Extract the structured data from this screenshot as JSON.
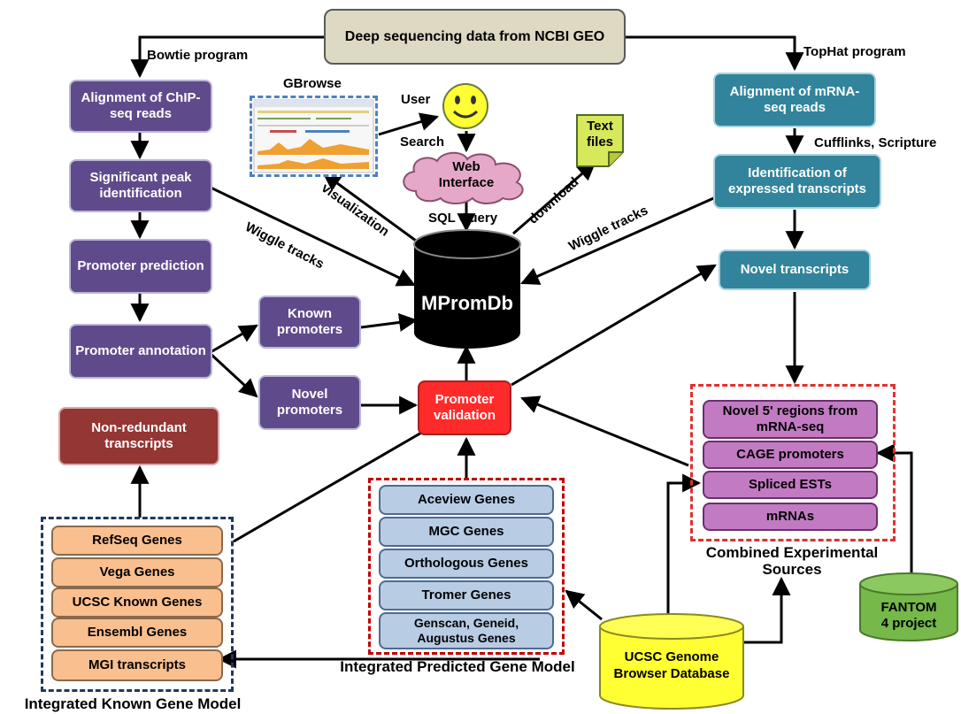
{
  "top_source": "Deep sequencing data from NCBI GEO",
  "edges": {
    "bowtie": "Bowtie program",
    "tophat": "TopHat program",
    "cufflinks": "Cufflinks, Scripture",
    "wiggle_left": "Wiggle tracks",
    "wiggle_right": "Wiggle tracks",
    "visualization": "visualization",
    "download": "download",
    "user": "User",
    "search": "Search",
    "sql_query": "SQL  Query"
  },
  "left_pipeline": {
    "alignment": "Alignment of ChIP-seq reads",
    "peak": "Significant peak identification",
    "prediction": "Promoter prediction",
    "annotation": "Promoter annotation",
    "nonredundant": "Non-redundant transcripts"
  },
  "right_pipeline": {
    "alignment": "Alignment of mRNA-seq reads",
    "expressed": "Identification of expressed transcripts",
    "novel": "Novel transcripts"
  },
  "center": {
    "gbrowse": "GBrowse",
    "web_interface": "Web Interface",
    "text_files": "Text files",
    "db": "MPromDb",
    "known_promoters": "Known promoters",
    "novel_promoters": "Novel promoters",
    "validation": "Promoter validation"
  },
  "known_gene_model": {
    "title": "Integrated Known Gene Model",
    "items": [
      "RefSeq Genes",
      "Vega Genes",
      "UCSC Known Genes",
      "Ensembl Genes",
      "MGI transcripts"
    ]
  },
  "predicted_gene_model": {
    "title": "Integrated Predicted Gene Model",
    "items": [
      "Aceview Genes",
      "MGC Genes",
      "Orthologous Genes",
      "Tromer Genes",
      "Genscan, Geneid, Augustus Genes"
    ]
  },
  "experimental": {
    "title": "Combined Experimental Sources",
    "items": [
      "Novel 5' regions from mRNA-seq",
      "CAGE promoters",
      "Spliced ESTs",
      "mRNAs"
    ]
  },
  "ucsc": "UCSC Genome Browser Database",
  "fantom": "FANTOM 4 project",
  "colors": {
    "purple": "#5f4b8b",
    "teal": "#31849b",
    "red": "#ff2a2a",
    "maroon": "#943634",
    "orange": "#fabf8f",
    "light_blue": "#b8cce4",
    "pink": "#c27bc3",
    "yellow": "#ffff33",
    "green": "#76b84a",
    "cloud": "#e6a8c8"
  }
}
